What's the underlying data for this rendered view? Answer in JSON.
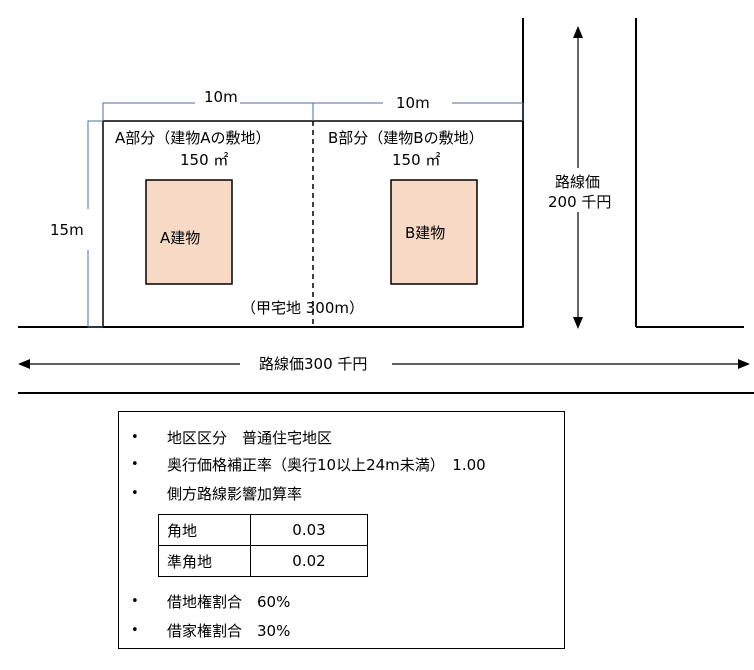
{
  "diagram": {
    "dim_a_width": "10m",
    "dim_b_width": "10m",
    "dim_depth": "15m",
    "part_a": {
      "label": "A部分（建物Aの敷地）",
      "area": "150 ㎡",
      "building": "A建物"
    },
    "part_b": {
      "label": "B部分（建物Bの敷地）",
      "area": "150 ㎡",
      "building": "B建物"
    },
    "site_label": "（甲宅地 300m）",
    "side_road": {
      "label": "路線価",
      "value": "200 千円"
    },
    "front_road": {
      "label": "路線価300 千円"
    },
    "colors": {
      "building_fill": "#f7d9c6",
      "dimension_line": "#4a6fa5"
    }
  },
  "info": {
    "items": [
      {
        "bullet": "•",
        "text": "地区区分　普通住宅地区"
      },
      {
        "bullet": "•",
        "text": "奥行価格補正率（奥行10以上24m未満）　1.00"
      },
      {
        "bullet": "•",
        "text": "側方路線影響加算率"
      },
      {
        "bullet": "•",
        "text": "借地権割合　60%"
      },
      {
        "bullet": "•",
        "text": "借家権割合　30%"
      }
    ],
    "rates": [
      {
        "name": "角地",
        "value": "0.03"
      },
      {
        "name": "準角地",
        "value": "0.02"
      }
    ]
  }
}
